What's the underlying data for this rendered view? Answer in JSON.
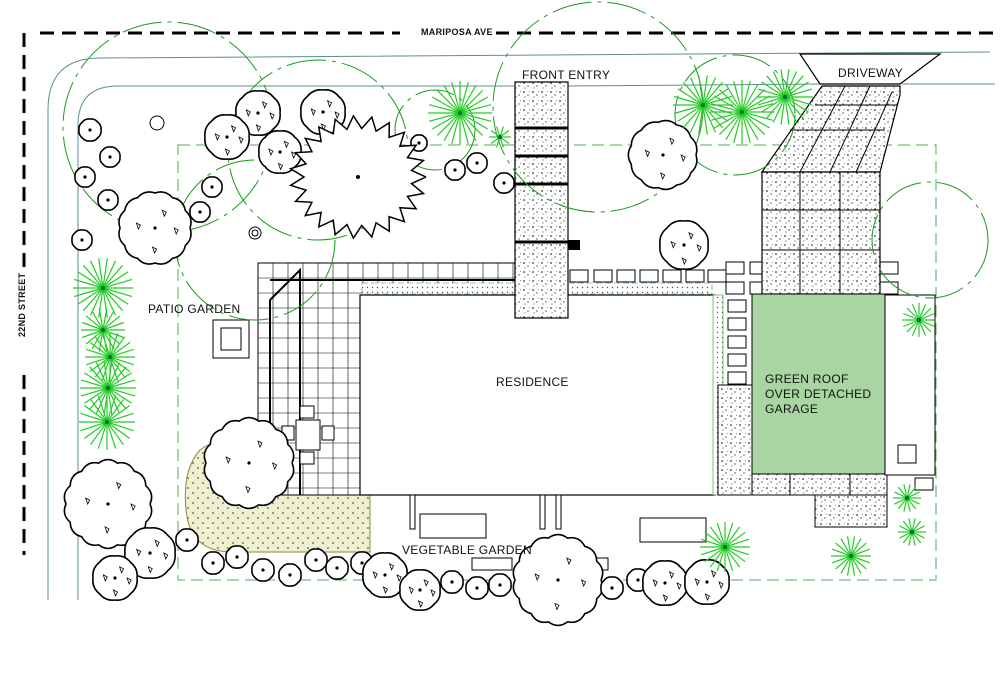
{
  "streets": {
    "north": "MARIPOSA AVE",
    "west": "22ND STREET"
  },
  "labels": {
    "front_entry": "FRONT ENTRY",
    "driveway": "DRIVEWAY",
    "patio_garden": "PATIO GARDEN",
    "residence": "RESIDENCE",
    "green_roof_line1": "GREEN ROOF",
    "green_roof_line2": "OVER DETACHED",
    "green_roof_line3": "GARAGE",
    "vegetable_garden": "VEGETABLE GARDEN"
  },
  "colors": {
    "linework": "#000000",
    "tree_canopy": "#1a9a1a",
    "palm": "#22cc22",
    "green_roof_fill": "#a9d5a3",
    "planting_bed": "#e8e7c4",
    "property_line": "#4caf50",
    "curb": "#5a8f8f"
  }
}
